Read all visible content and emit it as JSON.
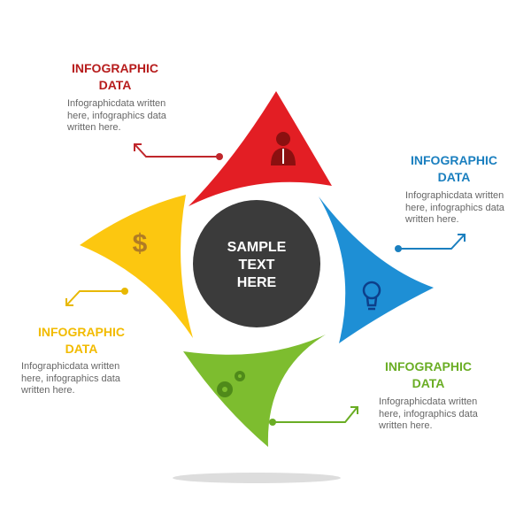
{
  "center": {
    "lines": [
      "SAMPLE",
      "TEXT",
      "HERE"
    ]
  },
  "colors": {
    "red": "#e31e24",
    "blue": "#1e8fd5",
    "green": "#7dbd2f",
    "yellow": "#fcc710",
    "dark": "#3b3b3b"
  },
  "items": [
    {
      "title1": "INFOGRAPHIC",
      "title2": "DATA",
      "body": [
        "Infographicdata written",
        "here, infographics data",
        "written here."
      ],
      "icon": "businessman-icon"
    },
    {
      "title1": "INFOGRAPHIC",
      "title2": "DATA",
      "body": [
        "Infographicdata written",
        "here, infographics data",
        "written here."
      ],
      "icon": "lightbulb-icon"
    },
    {
      "title1": "INFOGRAPHIC",
      "title2": "DATA",
      "body": [
        "Infographicdata written",
        "here, infographics data",
        "written here."
      ],
      "icon": "gears-icon"
    },
    {
      "title1": "INFOGRAPHIC",
      "title2": "DATA",
      "body": [
        "Infographicdata written",
        "here, infographics data",
        "written here."
      ],
      "icon": "dollar-icon"
    }
  ]
}
